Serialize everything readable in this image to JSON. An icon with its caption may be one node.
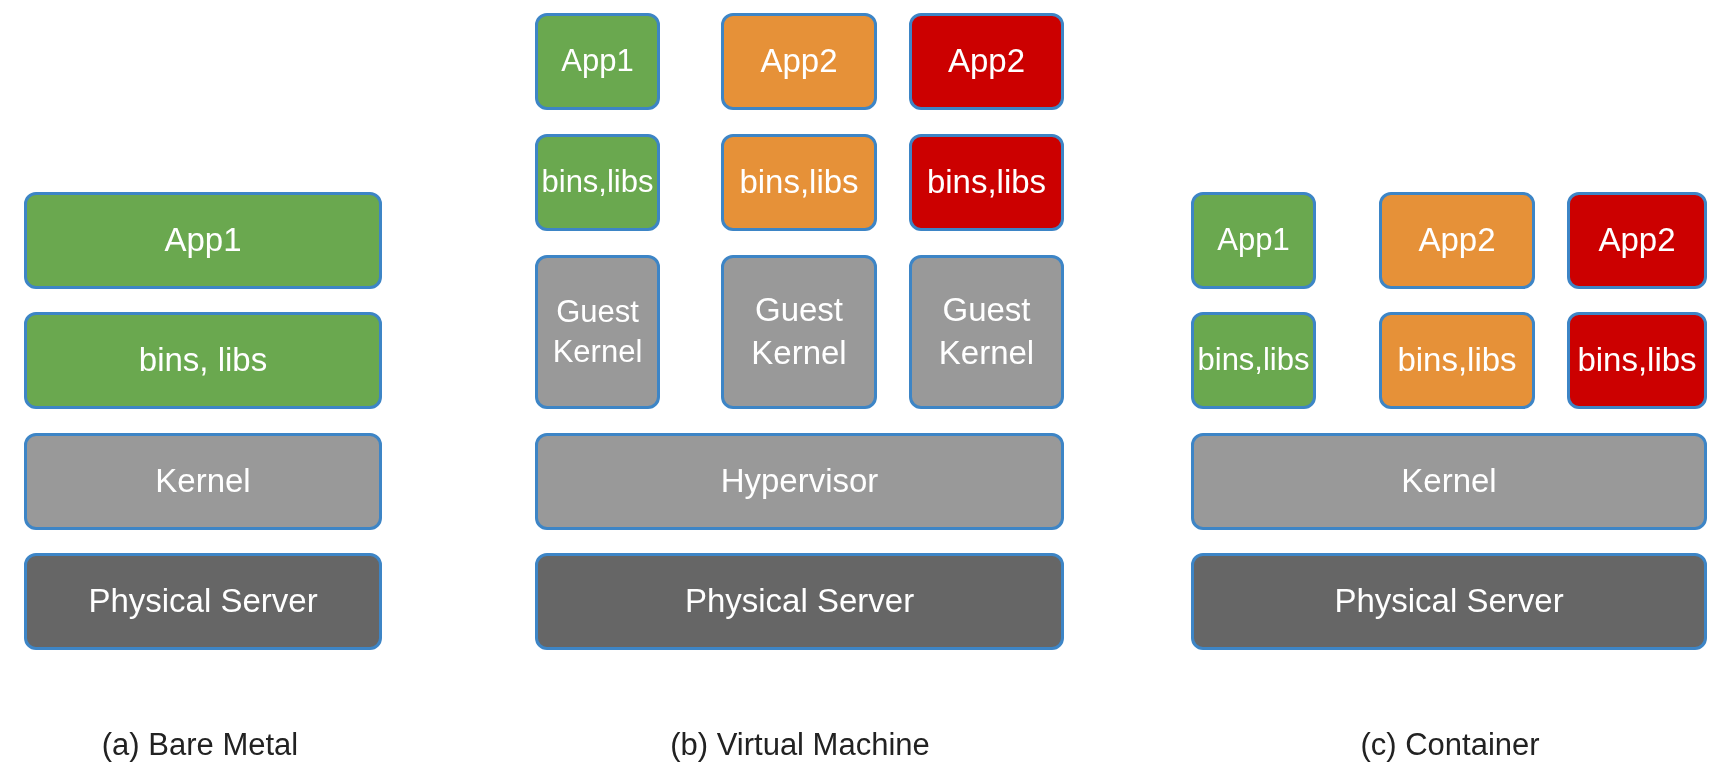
{
  "diagram": {
    "nodes": [
      {
        "text": [
          "App1"
        ]
      },
      {
        "text": [
          "bins, libs"
        ]
      },
      {
        "text": [
          "Kernel"
        ]
      },
      {
        "text": [
          "Physical Server"
        ]
      },
      {
        "text": [
          "App1"
        ]
      },
      {
        "text": [
          "App2"
        ]
      },
      {
        "text": [
          "App2"
        ]
      },
      {
        "text": [
          "bins,libs"
        ]
      },
      {
        "text": [
          "bins,libs"
        ]
      },
      {
        "text": [
          "bins,libs"
        ]
      },
      {
        "text": [
          "Guest Kernel"
        ]
      },
      {
        "text": [
          "Guest Kernel"
        ]
      },
      {
        "text": [
          "Guest Kernel"
        ]
      },
      {
        "text": [
          "Hypervisor"
        ]
      },
      {
        "text": [
          "Physical Server"
        ]
      },
      {
        "text": [
          "App1"
        ]
      },
      {
        "text": [
          "App2"
        ]
      },
      {
        "text": [
          "App2"
        ]
      },
      {
        "text": [
          "bins,libs"
        ]
      },
      {
        "text": [
          "bins,libs"
        ]
      },
      {
        "text": [
          "bins,libs"
        ]
      },
      {
        "text": [
          "Kernel"
        ]
      },
      {
        "text": [
          "Physical Server"
        ]
      }
    ],
    "edges": [],
    "labels": [
      "(a) Bare Metal",
      "(b) Virtual Machine",
      "(c) Container"
    ]
  }
}
